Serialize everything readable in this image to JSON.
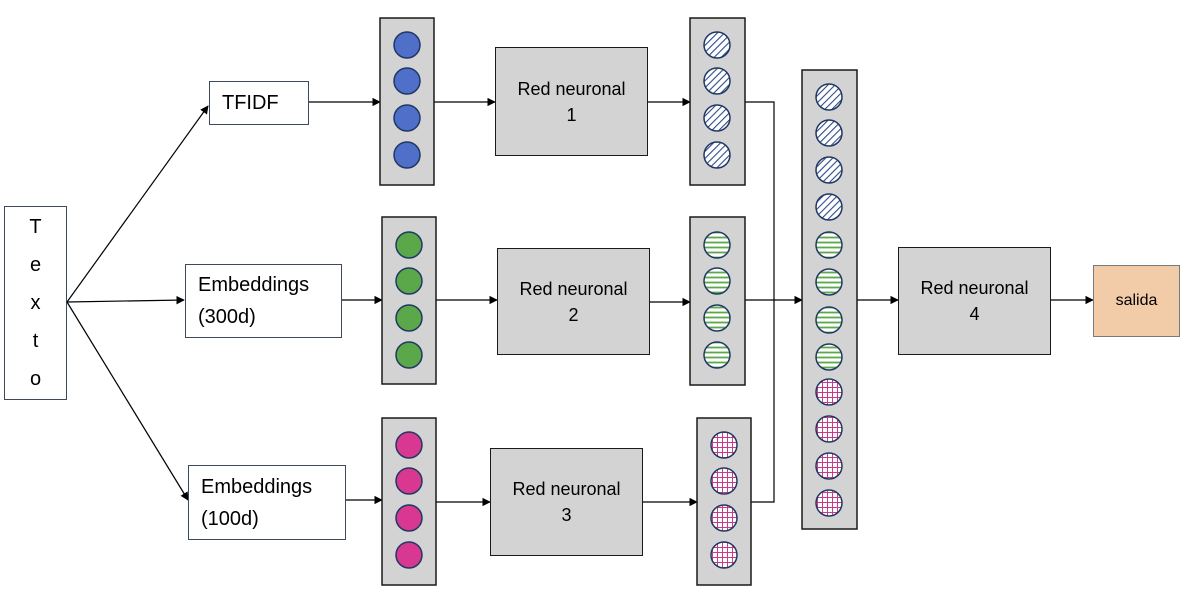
{
  "input": {
    "letters": [
      "T",
      "e",
      "x",
      "t",
      "o"
    ]
  },
  "features": [
    {
      "lines": [
        "TFIDF"
      ]
    },
    {
      "lines": [
        "Embeddings",
        "(300d)"
      ]
    },
    {
      "lines": [
        "Embeddings",
        "(100d)"
      ]
    }
  ],
  "networks": [
    {
      "title": "Red neuronal",
      "number": "1"
    },
    {
      "title": "Red neuronal",
      "number": "2"
    },
    {
      "title": "Red neuronal",
      "number": "3"
    },
    {
      "title": "Red neuronal",
      "number": "4"
    }
  ],
  "output": {
    "label": "salida"
  },
  "colors": {
    "blue": "#4f6fc8",
    "green": "#5aa84a",
    "pink": "#d8388f",
    "node_border": "#1f3864",
    "hatch_blue": "#2e4a8c",
    "hatch_green": "#5aa84a",
    "hatch_pink": "#c83a8a",
    "salida_fill": "#f2cba8"
  }
}
